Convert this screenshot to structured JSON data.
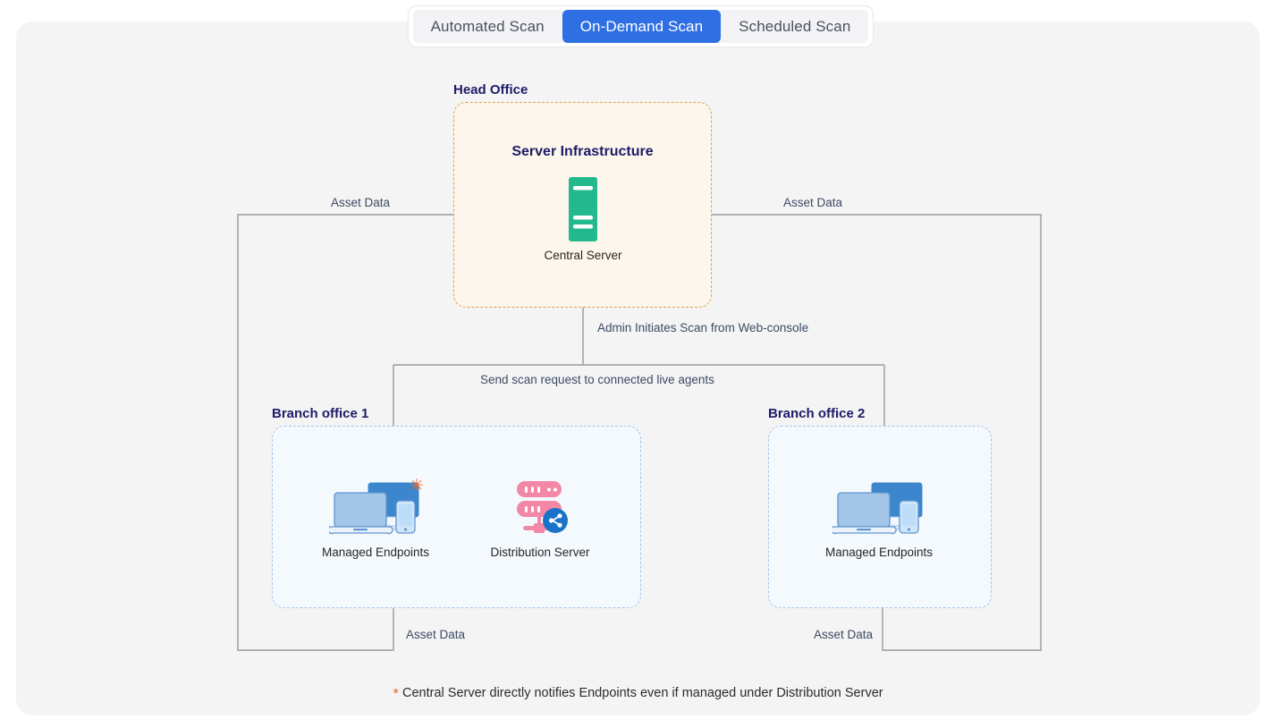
{
  "tabs": {
    "items": [
      {
        "id": "automated",
        "label": "Automated Scan",
        "active": false
      },
      {
        "id": "on-demand",
        "label": "On-Demand Scan",
        "active": true
      },
      {
        "id": "scheduled",
        "label": "Scheduled Scan",
        "active": false
      }
    ]
  },
  "zones": {
    "head_office": {
      "label": "Head Office",
      "title": "Server Infrastructure"
    },
    "branch_1": {
      "label": "Branch office 1"
    },
    "branch_2": {
      "label": "Branch office 2"
    }
  },
  "nodes": {
    "central_server": {
      "caption": "Central Server",
      "icon": "server-icon",
      "color": "#22b98c"
    },
    "endpoints_1": {
      "caption": "Managed Endpoints",
      "icon": "devices-icon",
      "star": "✳",
      "star_color": "#f0682a"
    },
    "distribution_server": {
      "caption": "Distribution Server",
      "icon": "distribution-server-icon",
      "color": "#f287a6"
    },
    "endpoints_2": {
      "caption": "Managed Endpoints",
      "icon": "devices-icon"
    }
  },
  "connectors": {
    "asset_data_left": "Asset Data",
    "asset_data_right": "Asset Data",
    "admin_initiates": "Admin Initiates Scan from Web-console",
    "send_scan_request": "Send scan request to connected live agents",
    "asset_data_branch1": "Asset Data",
    "asset_data_branch2": "Asset Data"
  },
  "footnote": {
    "star": "*",
    "text": "Central Server directly notifies Endpoints even if managed under Distribution Server"
  },
  "colors": {
    "accent_blue": "#2f6fe4",
    "head_office_border": "#dfa04e",
    "head_office_fill": "#fdf6ec",
    "branch_border": "#a8c4e4",
    "branch_fill": "#f4f9fe",
    "server_green": "#22b98c",
    "distribution_pink": "#f287a6",
    "star_orange": "#f0682a",
    "heading_navy": "#1f1b67",
    "card_bg": "#f4f4f5",
    "wire_gray": "#9a9a9e"
  }
}
